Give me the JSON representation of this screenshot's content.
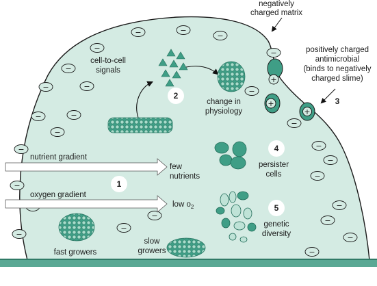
{
  "labels": {
    "matrix": [
      "negatively",
      "charged matrix"
    ],
    "antimicrobial": [
      "positively charged",
      "antimicrobial",
      "(binds to negatively",
      "charged slime)"
    ],
    "signals": [
      "cell-to-cell",
      "signals"
    ],
    "physiology": [
      "change in",
      "physiology"
    ],
    "nutrient_gradient": "nutrient gradient",
    "few_nutrients": [
      "few",
      "nutrients"
    ],
    "oxygen_gradient": "oxygen gradient",
    "low_o2": "low o",
    "low_o2_sub": "2",
    "persister": [
      "persister",
      "cells"
    ],
    "genetic": [
      "genetic",
      "diversity"
    ],
    "fast": "fast growers",
    "slow": [
      "slow",
      "growers"
    ]
  },
  "numbers": {
    "n1": "1",
    "n2": "2",
    "n3": "3",
    "n4": "4",
    "n5": "5"
  },
  "symbols": {
    "negative": "−",
    "positive": "+"
  },
  "colors": {
    "biofilm_fill": "#d4ebe3",
    "biofilm_stroke": "#1a1a1a",
    "cell_fill": "#3f9e86",
    "cell_light": "#bfe3d7",
    "surface": "#5aa894"
  }
}
